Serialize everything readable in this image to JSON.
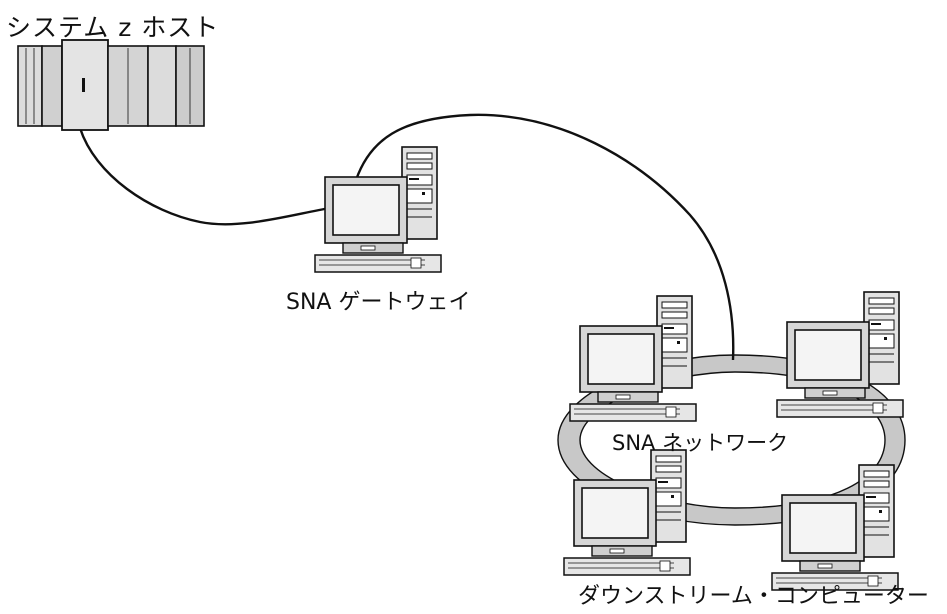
{
  "labels": {
    "host": "システム z ホスト",
    "gateway": "SNA ゲートウェイ",
    "network": "SNA ネットワーク",
    "downstream": "ダウンストリーム・コンピューター"
  },
  "icons": {
    "host": "mainframe-icon",
    "gateway": "desktop-computer-icon",
    "downstream": "desktop-computer-icon"
  },
  "colors": {
    "line": "#111111",
    "ring_fill": "#c8c8c8",
    "cabinet": "#d4d4d4",
    "monitor_screen": "#f4f4f4"
  }
}
